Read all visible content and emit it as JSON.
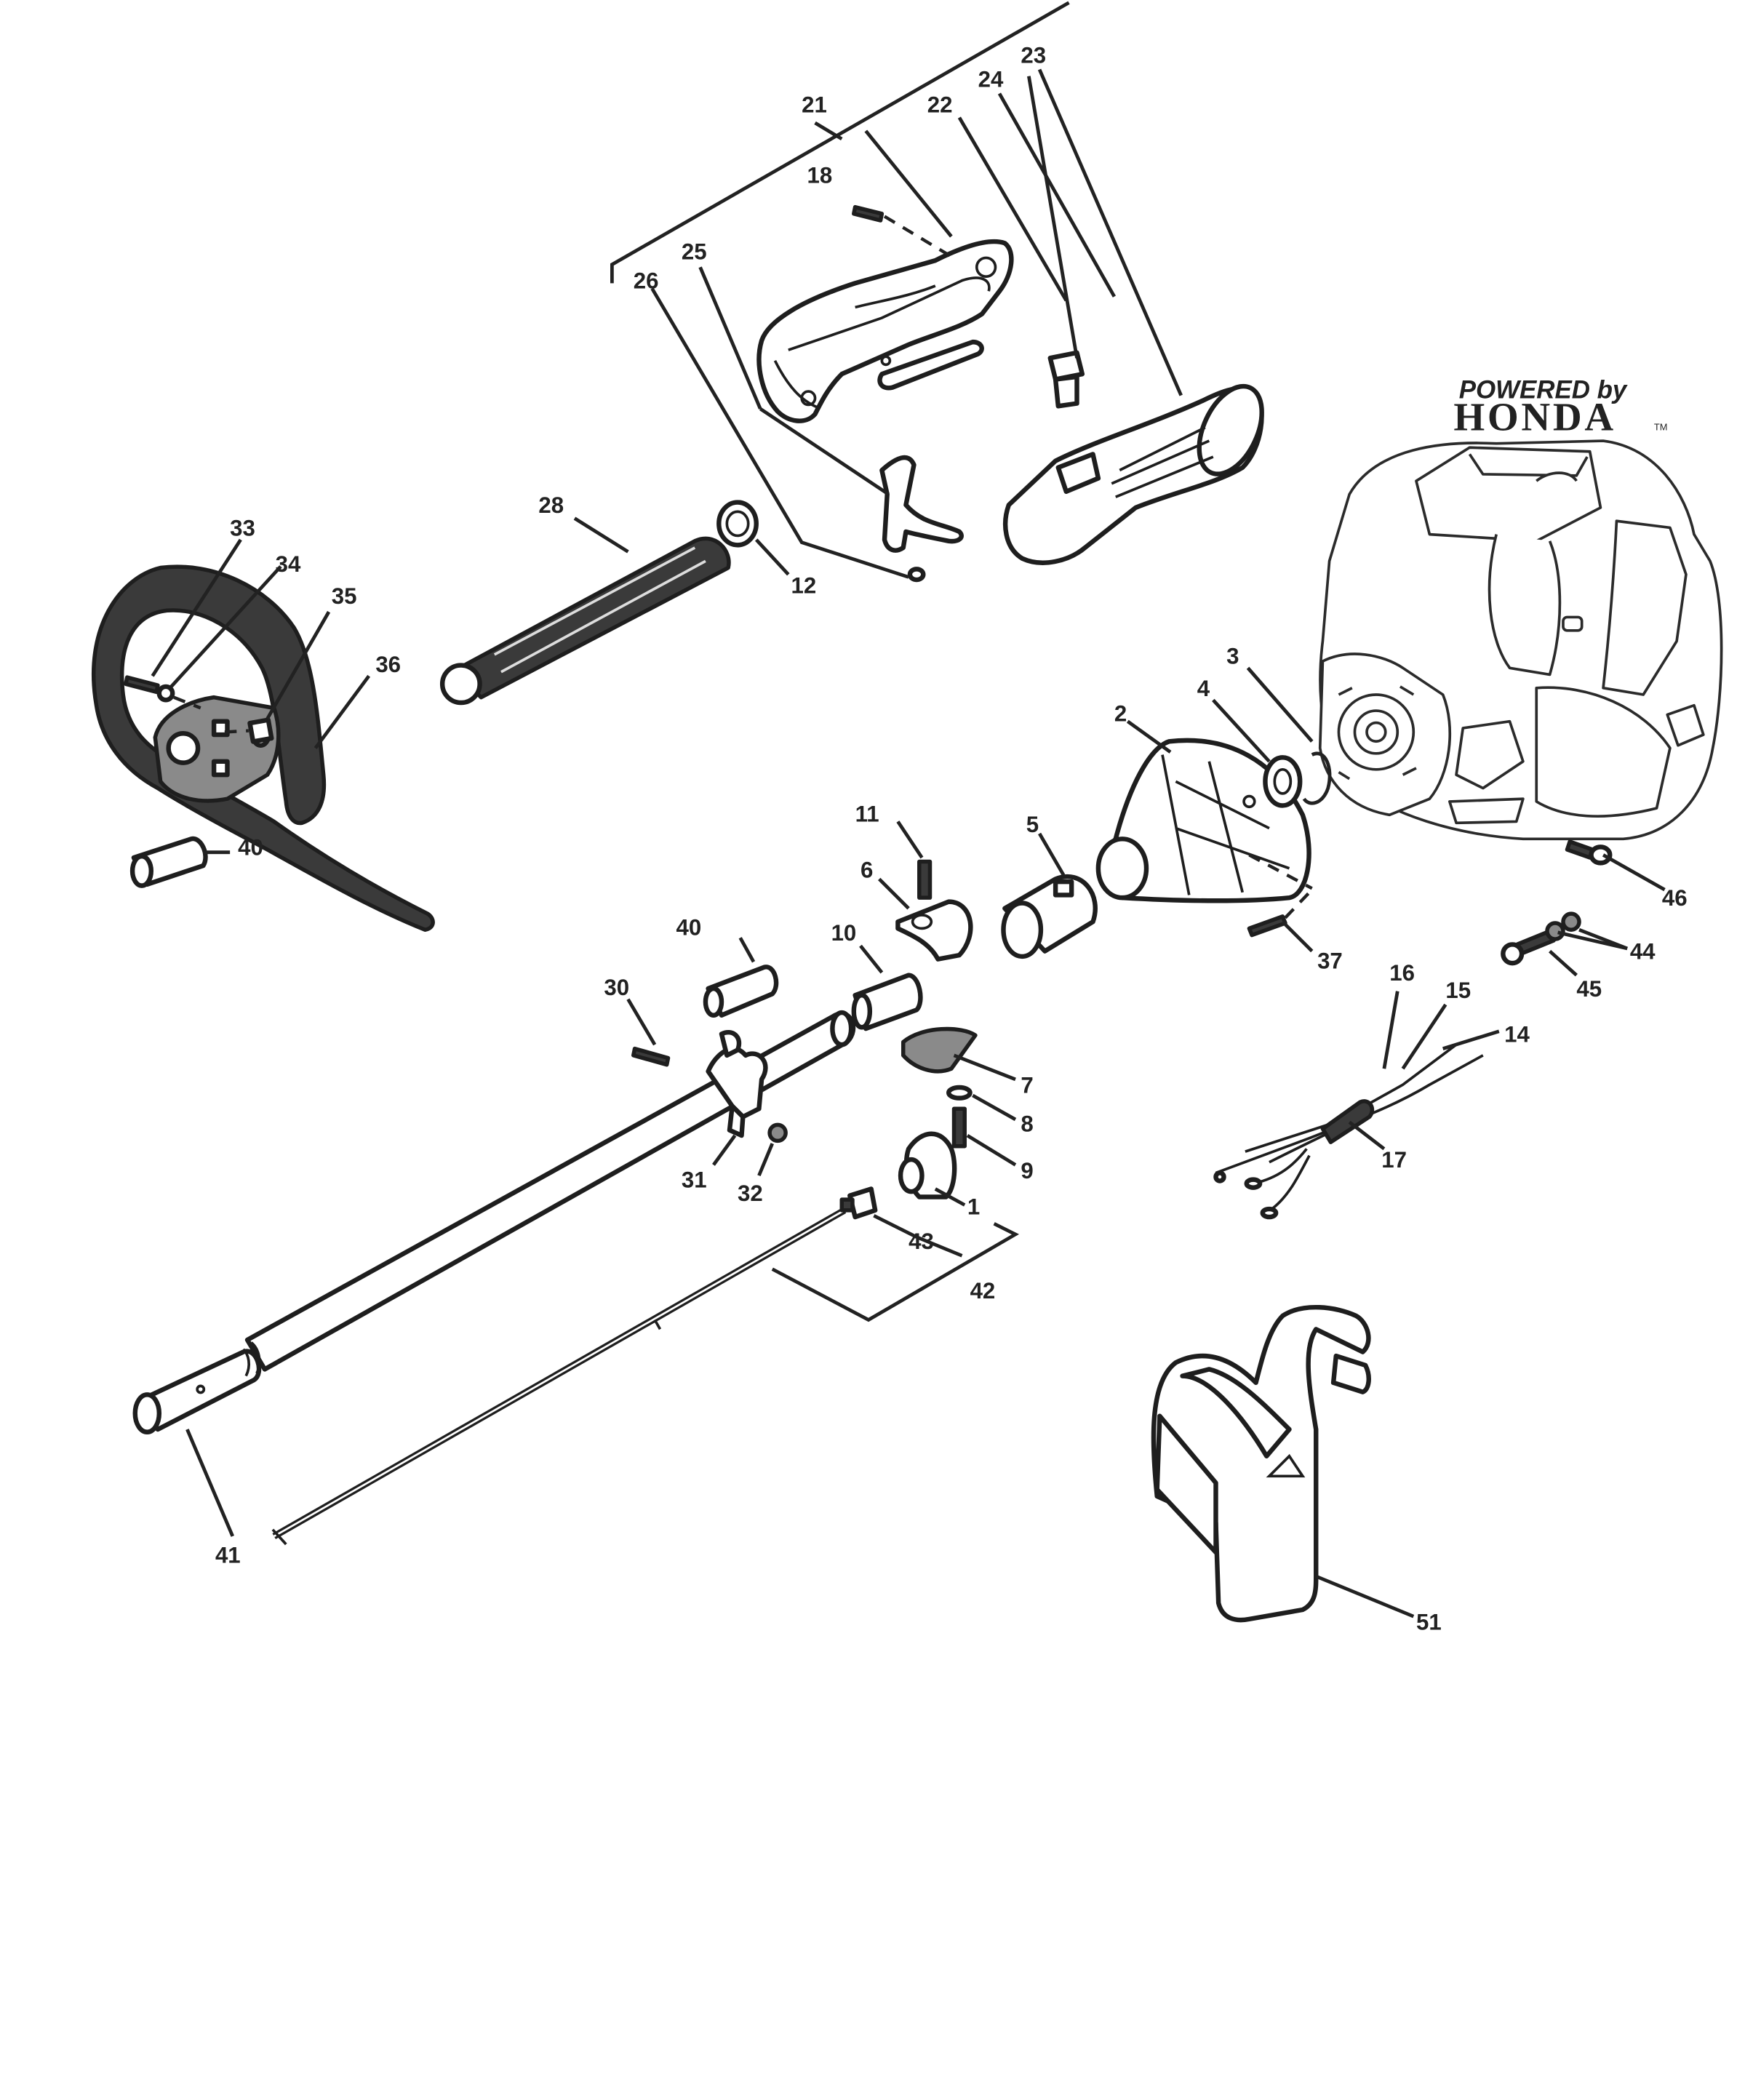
{
  "brand": {
    "line1": "POWERED by",
    "line2": "HONDA",
    "mark": "TM"
  },
  "parts": {
    "p1": "1",
    "p2": "2",
    "p3": "3",
    "p4": "4",
    "p5": "5",
    "p6": "6",
    "p7": "7",
    "p8": "8",
    "p9": "9",
    "p10": "10",
    "p11": "11",
    "p12": "12",
    "p14": "14",
    "p15": "15",
    "p16": "16",
    "p17": "17",
    "p18": "18",
    "p21": "21",
    "p22": "22",
    "p23": "23",
    "p24": "24",
    "p25": "25",
    "p26": "26",
    "p28": "28",
    "p30": "30",
    "p31": "31",
    "p32": "32",
    "p33": "33",
    "p34": "34",
    "p35": "35",
    "p36": "36",
    "p37": "37",
    "p40a": "40",
    "p40b": "40",
    "p41": "41",
    "p42": "42",
    "p43": "43",
    "p44": "44",
    "p45": "45",
    "p46": "46",
    "p51": "51"
  }
}
